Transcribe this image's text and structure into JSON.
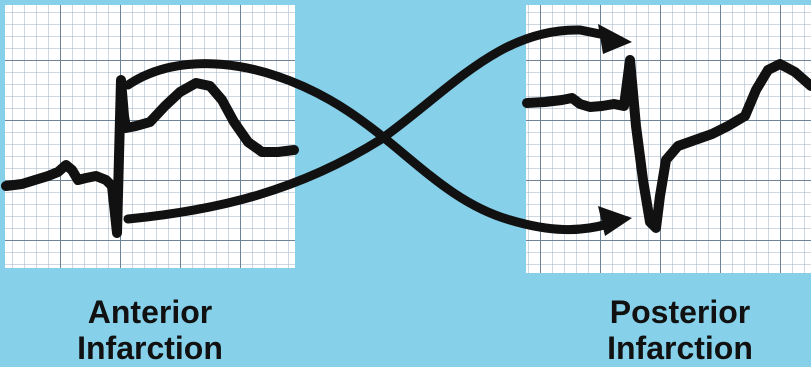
{
  "captions": {
    "left": {
      "line1": "Anterior",
      "line2": "Infarction"
    },
    "right": {
      "line1": "Posterior",
      "line2": "Infarction"
    }
  },
  "colors": {
    "background": "#86d0ea",
    "grid_paper": "#ffffff",
    "grid_line": "#8b9db0",
    "trace": "#111111"
  }
}
